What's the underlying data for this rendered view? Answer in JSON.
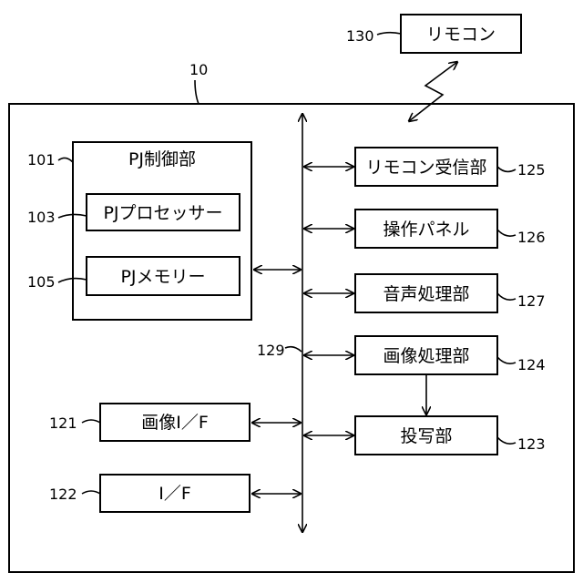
{
  "system": {
    "ref": "10"
  },
  "remote": {
    "label": "リモコン",
    "ref": "130"
  },
  "controller": {
    "label": "PJ制御部",
    "ref": "101",
    "processor": {
      "label": "PJプロセッサー",
      "ref": "103"
    },
    "memory": {
      "label": "PJメモリー",
      "ref": "105"
    }
  },
  "bus": {
    "ref": "129"
  },
  "blocks": {
    "remote_receiver": {
      "label": "リモコン受信部",
      "ref": "125"
    },
    "operation_panel": {
      "label": "操作パネル",
      "ref": "126"
    },
    "audio_processor": {
      "label": "音声処理部",
      "ref": "127"
    },
    "image_processor": {
      "label": "画像処理部",
      "ref": "124"
    },
    "projector_unit": {
      "label": "投写部",
      "ref": "123"
    },
    "image_if": {
      "label": "画像I／F",
      "ref": "121"
    },
    "if": {
      "label": "I／F",
      "ref": "122"
    }
  }
}
